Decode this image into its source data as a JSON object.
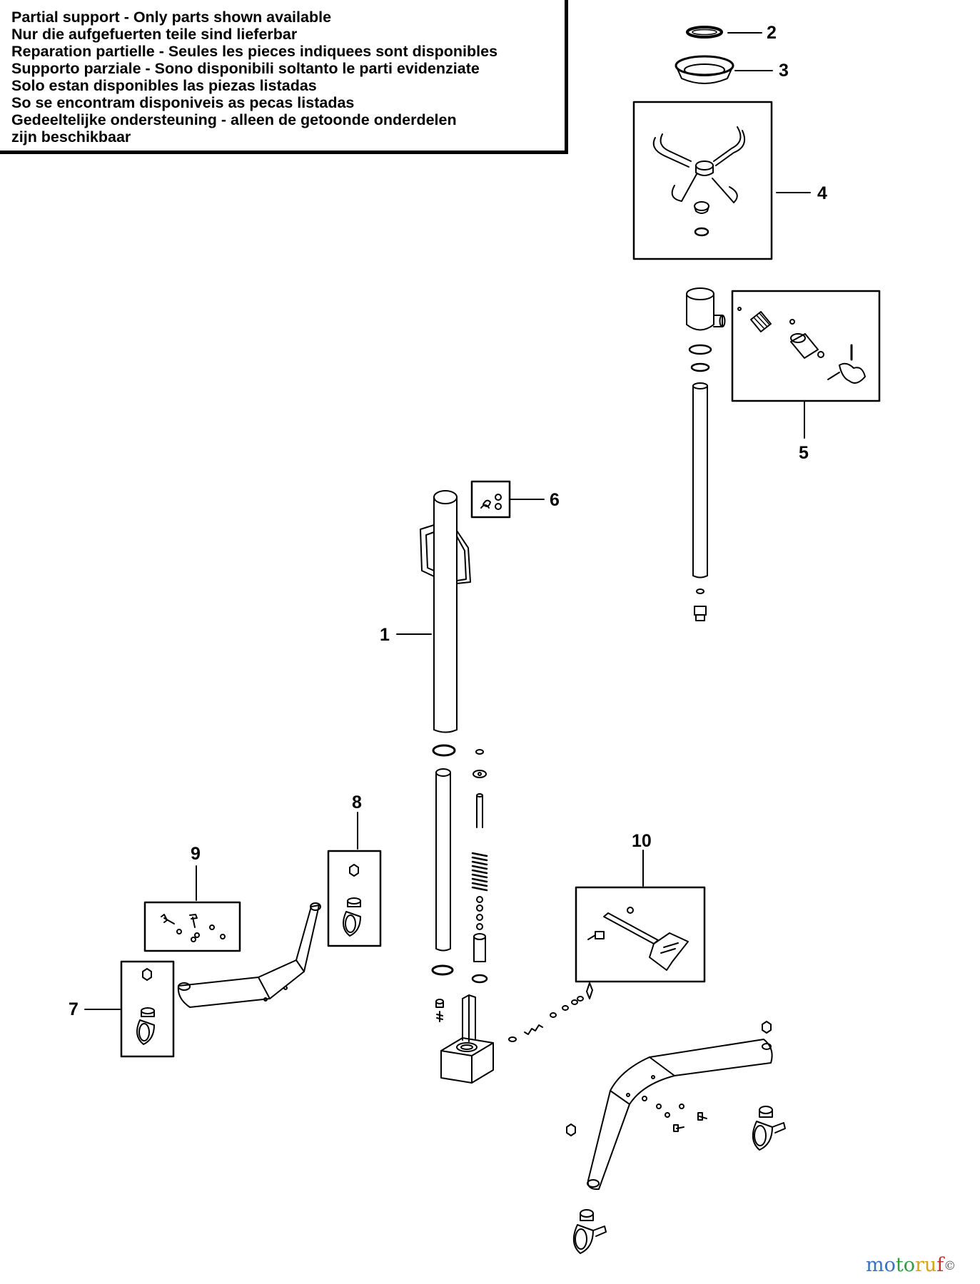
{
  "notice": {
    "lines": [
      "Partial support - Only parts shown available",
      "Nur die aufgefuerten teile sind lieferbar",
      "Reparation partielle - Seules les pieces indiquees sont disponibles",
      "Supporto parziale - Sono disponibili soltanto le parti evidenziate",
      "Solo estan disponibles las piezas listadas",
      "So se encontram disponiveis as pecas listadas",
      "Gedeeltelijke ondersteuning - alleen de getoonde onderdelen",
      "zijn beschikbaar"
    ]
  },
  "callouts": {
    "c1": "1",
    "c2": "2",
    "c3": "3",
    "c4": "4",
    "c5": "5",
    "c6": "6",
    "c7": "7",
    "c8": "8",
    "c9": "9",
    "c10": "10"
  },
  "watermark": {
    "text": "motoruf",
    "symbol": "©"
  },
  "colors": {
    "line": "#000000",
    "background": "#ffffff"
  }
}
